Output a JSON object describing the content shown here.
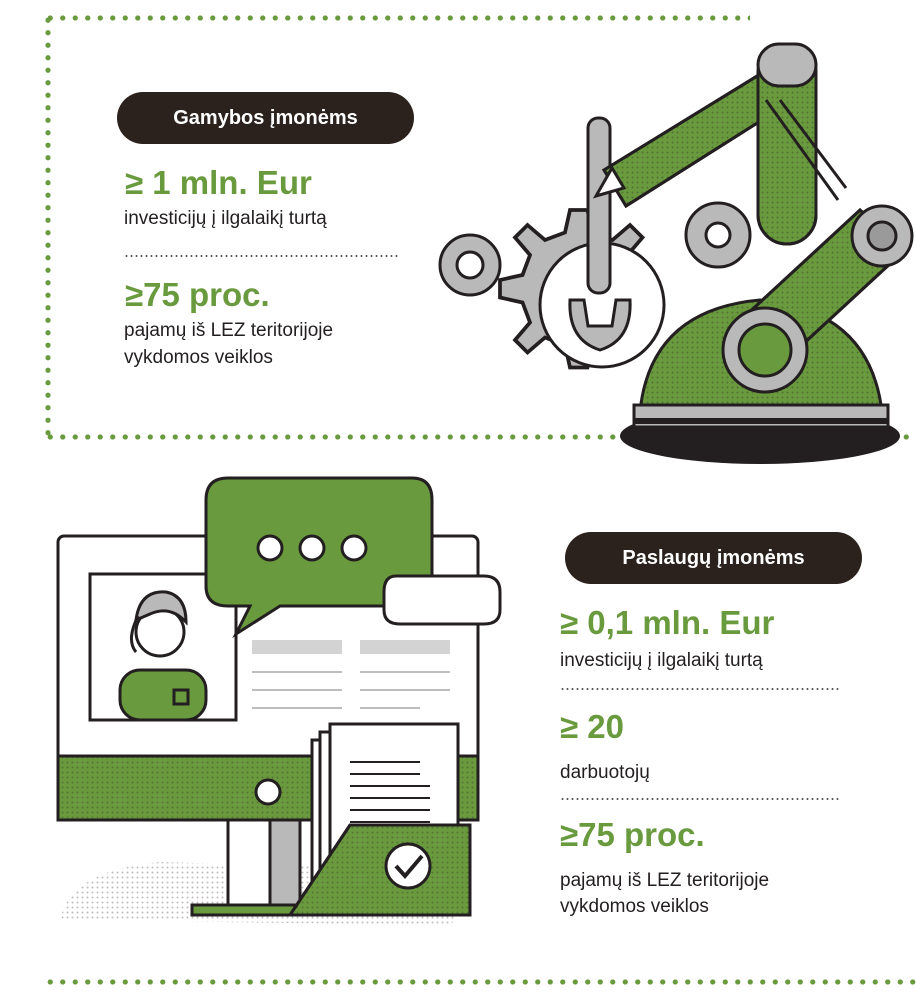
{
  "colors": {
    "green": "#6a9a3e",
    "dark": "#2b211d",
    "grey": "#b9b9b9"
  },
  "manufacturing": {
    "heading": "Gamybos įmonėms",
    "req1_value": "≥ 1 mln. Eur",
    "req1_text": "investicijų į ilgalaikį turtą",
    "req2_value": "≥75 proc.",
    "req2_text_line1": "pajamų iš LEZ teritorijoje",
    "req2_text_line2": "vykdomos veiklos",
    "illustration": "robot-arm-with-gears"
  },
  "services": {
    "heading": "Paslaugų įmonėms",
    "req1_value": "≥ 0,1 mln. Eur",
    "req1_text": "investicijų į ilgalaikį turtą",
    "req2_value": "≥ 20",
    "req2_text": "darbuotojų",
    "req3_value": "≥75 proc.",
    "req3_text_line1": "pajamų iš LEZ teritorijoje",
    "req3_text_line2": "vykdomos veiklos",
    "illustration": "computer-video-call-with-document"
  }
}
